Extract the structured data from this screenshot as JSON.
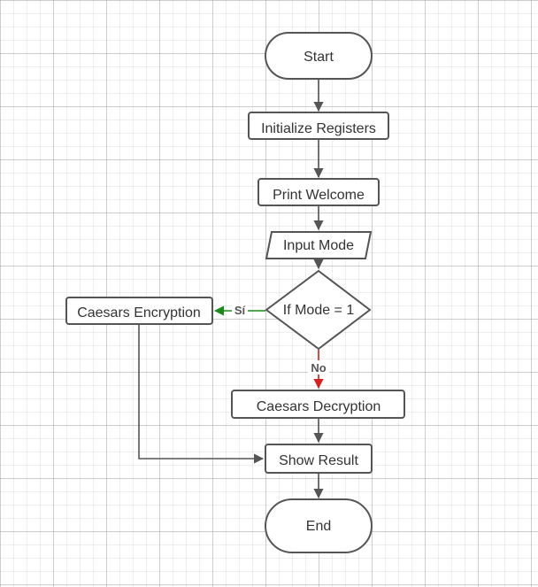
{
  "diagram": {
    "nodes": {
      "start": {
        "label": "Start",
        "shape": "terminator"
      },
      "init": {
        "label": "Initialize Registers",
        "shape": "process"
      },
      "welcome": {
        "label": "Print Welcome",
        "shape": "process"
      },
      "input": {
        "label": "Input Mode",
        "shape": "data"
      },
      "decision": {
        "label": "If Mode = 1",
        "shape": "decision"
      },
      "encrypt": {
        "label": "Caesars Encryption",
        "shape": "process"
      },
      "decrypt": {
        "label": "Caesars Decryption",
        "shape": "process"
      },
      "result": {
        "label": "Show Result",
        "shape": "process"
      },
      "end": {
        "label": "End",
        "shape": "terminator"
      }
    },
    "edges": {
      "yes_label": "Sí",
      "no_label": "No",
      "yes_color": "#1a8a1a",
      "no_color": "#d92020",
      "default_color": "#555555"
    }
  }
}
